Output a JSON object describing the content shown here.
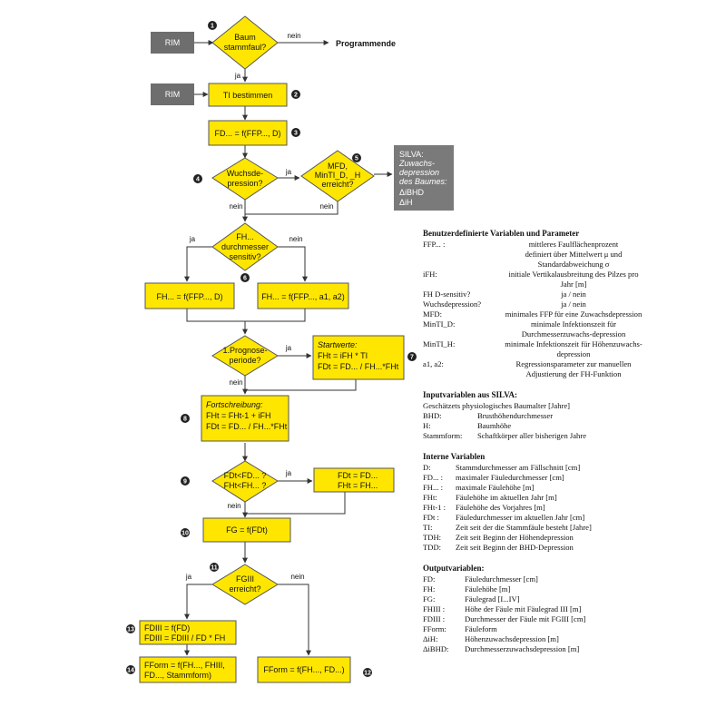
{
  "flowchart": {
    "rim1": "RIM",
    "rim2": "RIM",
    "n1": [
      "Baum",
      "stammfaul?"
    ],
    "n1_no": "nein",
    "n1_yes": "ja",
    "end": "Programmende",
    "n2": "TI  bestimmen",
    "n3": "FD... = f(FFP..., D)",
    "n4": [
      "Wuchsde-",
      "pression?"
    ],
    "n4_yes": "ja",
    "n4_no": "nein",
    "n5": [
      "MFD,",
      "MinTI_D, _H",
      "erreicht?"
    ],
    "n5_no": "nein",
    "silva": [
      "SILVA:",
      "Zuwachs-",
      "depression",
      "des Baumes:",
      "ΔiBHD",
      "ΔiH"
    ],
    "n6": [
      "FH...",
      "durchmesser",
      "sensitiv?"
    ],
    "n6_yes": "ja",
    "n6_no": "nein",
    "n6a": "FH... = f(FFP..., D)",
    "n6b": "FH... = f(FFP..., a1, a2)",
    "n7": [
      "1.Prognose-",
      "periode?"
    ],
    "n7_yes": "ja",
    "n7_no": "nein",
    "n7a": [
      "Startwerte:",
      "FHt = iFH * TI",
      "FDt = FD... / FH...*FHt"
    ],
    "n8": [
      "Fortschreibung:",
      "FHt = FHt-1 + iFH",
      "FDt = FD... / FH...*FHt"
    ],
    "n9": [
      "FDt<FD... ?",
      "FHt<FH... ?"
    ],
    "n9_yes": "ja",
    "n9_no": "nein",
    "n9a": [
      "FDt = FD...",
      "FHt = FH..."
    ],
    "n10": "FG = f(FDt)",
    "n11": [
      "FGIII",
      "erreicht?"
    ],
    "n11_yes": "ja",
    "n11_no": "nein",
    "n13": [
      "FDIII = f(FD)",
      "FDIII = FDIII / FD * FH"
    ],
    "n14": [
      "FForm = f(FH..., FHIII,",
      "FD..., Stammform)"
    ],
    "n12": "FForm = f(FH..., FD...)",
    "badges": [
      "1",
      "2",
      "3",
      "4",
      "5",
      "6",
      "7",
      "8",
      "9",
      "10",
      "11",
      "12",
      "13",
      "14"
    ]
  },
  "legend": {
    "user_vars": {
      "title": "Benutzerdefinierte Variablen und Parameter",
      "items": [
        {
          "term": "FFP... :",
          "desc": "mittleres Faulflächenprozent"
        },
        {
          "term": "",
          "desc": "definiert über Mittelwert μ und Standardabweichung σ"
        },
        {
          "term": "iFH:",
          "desc": "initiale Vertikalausbreitung des Pilzes pro Jahr  [m]"
        },
        {
          "term": "FH D-sensitiv?",
          "desc": "ja  / nein"
        },
        {
          "term": "Wuchsdepression?",
          "desc": "ja / nein"
        },
        {
          "term": "MFD:",
          "desc": "minimales FFP für eine Zuwachsdepression"
        },
        {
          "term": "MinTI_D:",
          "desc": "minimale Infektionszeit für Durchmesserzuwachs-depression"
        },
        {
          "term": "MinTI_H:",
          "desc": "minimale Infektionszeit für Höhenzuwachs-depression"
        },
        {
          "term": "a1, a2:",
          "desc": "Regressionsparameter zur manuellen Adjustierung der FH-Funktion"
        }
      ]
    },
    "input_vars": {
      "title": "Inputvariablen aus SILVA:",
      "intro": "Geschätzets physiologisches Baumalter [Jahre]",
      "items": [
        {
          "term": "BHD:",
          "desc": "Brusthöhendurchmesser"
        },
        {
          "term": "H:",
          "desc": "Baumhöhe"
        },
        {
          "term": "Stammform:",
          "desc": "Schaftkörper aller bisherigen Jahre"
        }
      ]
    },
    "internal_vars": {
      "title": "Interne Variablen",
      "items": [
        {
          "term": "D:",
          "desc": "Stammdurchmesser am Fällschnitt [cm]"
        },
        {
          "term": "FD... :",
          "desc": "maximaler Fäuledurchmesser [cm]"
        },
        {
          "term": "FH... :",
          "desc": "maximale Fäulehöhe [m]"
        },
        {
          "term": "FHt:",
          "desc": "Fäulehöhe im aktuellen Jahr [m]"
        },
        {
          "term": "FHt-1 :",
          "desc": "Fäulehöhe des Vorjahres [m]"
        },
        {
          "term": "FDt :",
          "desc": "Fäuledurchmesser im aktuellen Jahr [cm]"
        },
        {
          "term": "TI:",
          "desc": "Zeit seit der die Stammfäule besteht [Jahre]"
        },
        {
          "term": "TDH:",
          "desc": "Zeit seit Beginn der Höhendepression"
        },
        {
          "term": "TDD:",
          "desc": "Zeit seit Beginn der BHD-Depression"
        }
      ]
    },
    "output_vars": {
      "title": "Outputvariablen:",
      "items": [
        {
          "term": "FD:",
          "desc": "Fäuledurchmesser [cm]"
        },
        {
          "term": "FH:",
          "desc": "Fäulehöhe [m]"
        },
        {
          "term": "FG:",
          "desc": "Fäulegrad [I...IV]"
        },
        {
          "term": "FHIII :",
          "desc": "Höhe der Fäule mit Fäulegrad III [m]"
        },
        {
          "term": "FDIII :",
          "desc": "Durchmesser der Fäule mit FGIII [cm]"
        },
        {
          "term": "FForm:",
          "desc": "Fäuleform"
        },
        {
          "term": "ΔiH:",
          "desc": "Höhenzuwachsdepression [m]"
        },
        {
          "term": "ΔiBHD:",
          "desc": "Durchmesserzuwachsdepression [m]"
        }
      ]
    }
  },
  "colors": {
    "node_fill": "#FFE600",
    "node_stroke": "#555555",
    "rim_fill": "#6E6E6E",
    "silva_fill": "#7A7A7A",
    "badge_fill": "#222222",
    "line": "#333333"
  }
}
